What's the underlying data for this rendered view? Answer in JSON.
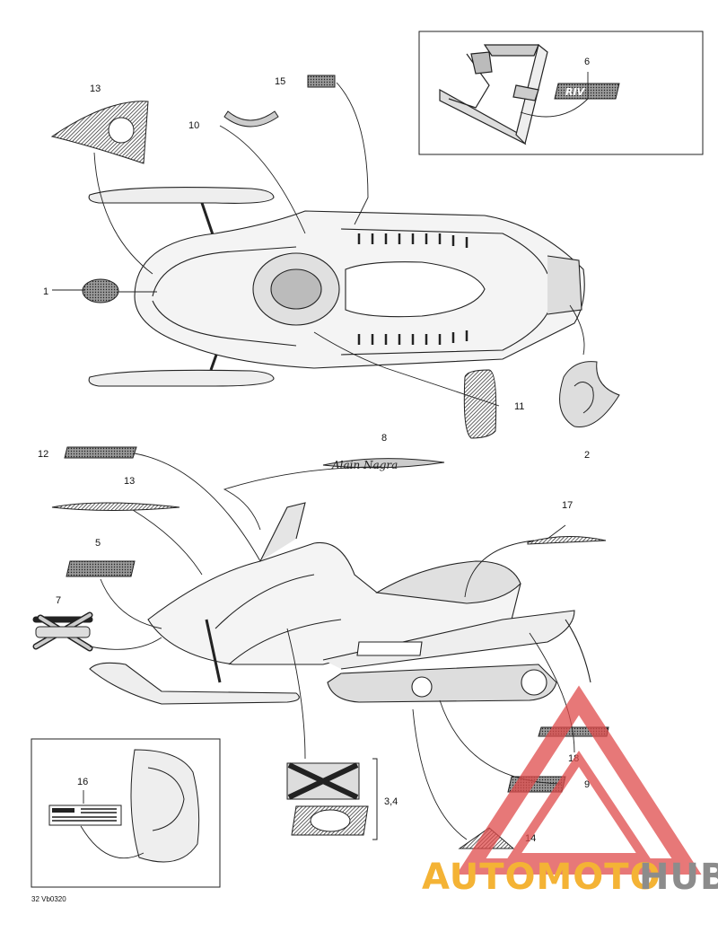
{
  "diagram": {
    "part_numbers": {
      "p1": "1",
      "p2": "2",
      "p3_4": "3,4",
      "p5": "5",
      "p6": "6",
      "p7": "7",
      "p8": "8",
      "p9": "9",
      "p10": "10",
      "p11": "11",
      "p12": "12",
      "p13a": "13",
      "p13b": "13",
      "p14": "14",
      "p15": "15",
      "p16": "16",
      "p17": "17",
      "p18": "18"
    },
    "drawing_code": "32 Vb0320"
  },
  "watermark": {
    "word_orange": "AUTOMOTO",
    "word_gray": "HUB",
    "colors": {
      "orange": "#f4b335",
      "gray": "#8c8c8c",
      "triangle": "#e04b4b"
    }
  },
  "colors": {
    "line": "#1a1a1a",
    "decal_fill": "#555555"
  }
}
